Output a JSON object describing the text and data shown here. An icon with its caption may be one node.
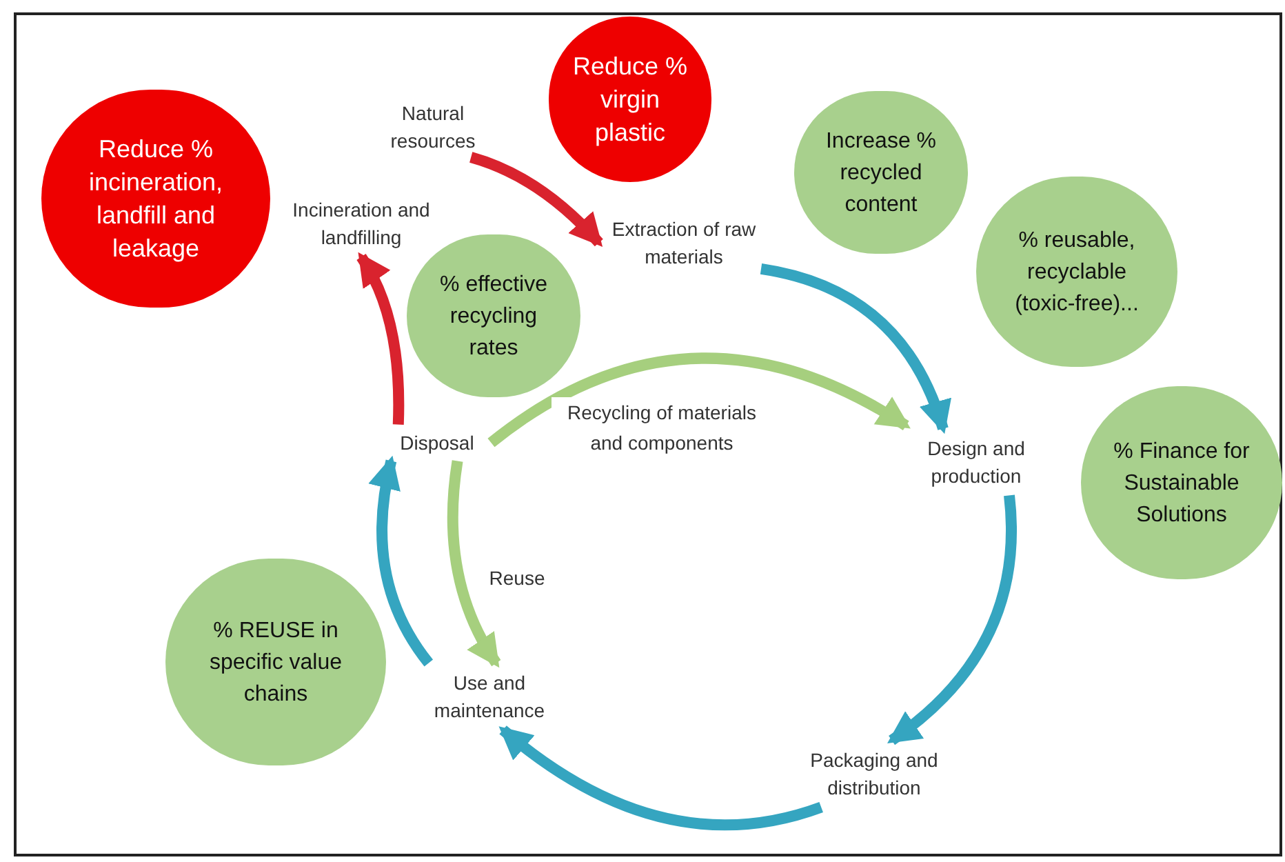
{
  "diagram": {
    "nodes": [
      {
        "text": [
          "Reduce % incineration, landfill and leakage"
        ]
      },
      {
        "text": [
          "Reduce % virgin plastic"
        ]
      },
      {
        "text": [
          "Natural resources"
        ]
      },
      {
        "text": [
          "Incineration and landfilling"
        ]
      },
      {
        "text": [
          "% effective recycling rates"
        ]
      },
      {
        "text": [
          "Extraction of raw materials"
        ]
      },
      {
        "text": [
          "Increase % recycled content"
        ]
      },
      {
        "text": [
          "% reusable, recyclable (toxic-free)..."
        ]
      },
      {
        "text": [
          "Design and production"
        ]
      },
      {
        "text": [
          "% Finance for Sustainable Solutions"
        ]
      },
      {
        "text": [
          "Disposal"
        ]
      },
      {
        "text": [
          "% REUSE in specific value chains"
        ]
      },
      {
        "text": [
          "Use and maintenance"
        ]
      },
      {
        "text": [
          "Packaging and distribution"
        ]
      }
    ],
    "edges": [
      {
        "from": 2,
        "to": 5,
        "arrow": "to",
        "color": "#d9232e"
      },
      {
        "from": 5,
        "to": 8,
        "arrow": "to"
      },
      {
        "from": 8,
        "to": 13,
        "arrow": "to"
      },
      {
        "from": 13,
        "to": 12,
        "arrow": "to"
      },
      {
        "from": 12,
        "to": 10,
        "arrow": "to"
      },
      {
        "from": 10,
        "to": 3,
        "arrow": "to",
        "color": "#d9232e"
      },
      {
        "from": 10,
        "to": 8,
        "arrow": "to",
        "label": "Recycling of materials and components",
        "color": "#a6cf7e"
      },
      {
        "from": 10,
        "to": 12,
        "arrow": "to",
        "label": "Reuse",
        "color": "#a6cf7e"
      }
    ]
  }
}
